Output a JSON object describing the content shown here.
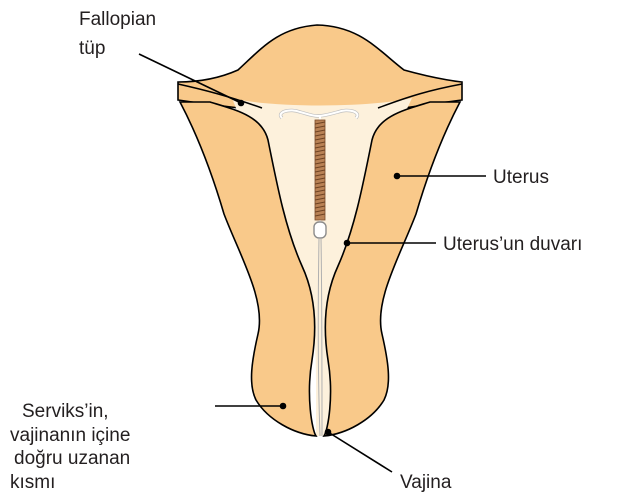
{
  "labels": {
    "fallopian": [
      "Fallopian",
      "tüp"
    ],
    "uterus": "Uterus",
    "uterus_wall": "Uterus’un duvarı",
    "cervix": [
      "Serviks’in,",
      "vajinanın içine",
      "doğru uzanan",
      "kısmı"
    ],
    "vagina": "Vajina"
  },
  "colors": {
    "tissue": "#f9c98a",
    "tissue_outline": "#000000",
    "cavity": "#fdf1dc",
    "iud_frame": "#ffffff",
    "iud_coil": "#8b5e3c"
  }
}
